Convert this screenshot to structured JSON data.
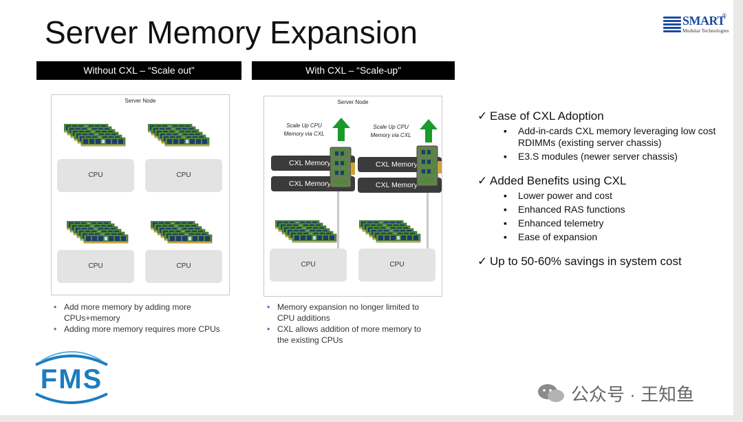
{
  "title": "Server Memory Expansion",
  "logo": {
    "name": "SMART",
    "reg": "®",
    "tagline": "Modular Technologies"
  },
  "left": {
    "bar_label": "Without CXL – “Scale out”",
    "panel_label": "Server Node",
    "cpus": [
      "CPU",
      "CPU",
      "CPU",
      "CPU"
    ],
    "notes": [
      "Add more memory by adding more CPUs+memory",
      "Adding more memory requires more CPUs"
    ]
  },
  "right": {
    "bar_label": "With CXL – “Scale-up”",
    "panel_label": "Server Node",
    "scale_notes": [
      "Scale Up CPU Memory via CXL",
      "Scale Up CPU Memory via CXL"
    ],
    "cxl_labels": [
      "CXL Memory",
      "CXL Memory",
      "CXL Memory",
      "CXL Memory"
    ],
    "cpus": [
      "CPU",
      "CPU"
    ],
    "notes": [
      "Memory expansion no longer limited to CPU additions",
      "CXL allows addition of more memory to the existing CPUs"
    ]
  },
  "benefits": [
    {
      "heading": "Ease of CXL Adoption",
      "items": [
        "Add-in-cards CXL memory leveraging low cost RDIMMs (existing server chassis)",
        "E3.S modules (newer server chassis)"
      ]
    },
    {
      "heading": "Added Benefits using CXL",
      "items": [
        "Lower power and cost",
        "Enhanced RAS functions",
        "Enhanced telemetry",
        "Ease of expansion"
      ]
    },
    {
      "heading": "Up to 50-60% savings in system cost",
      "items": []
    }
  ],
  "check_glyph": "✓",
  "fms_logo": "FMS",
  "watermark": "公众号 · 王知鱼",
  "colors": {
    "bar": "#000000",
    "cxl_block": "#3b3b3b",
    "cpu_box": "#e3e3e3",
    "arrow": "#1a9a2a",
    "fms": "#1c7cc0",
    "dimm_pcb": "#4f8a3a",
    "dimm_chip": "#1f3b6e"
  }
}
